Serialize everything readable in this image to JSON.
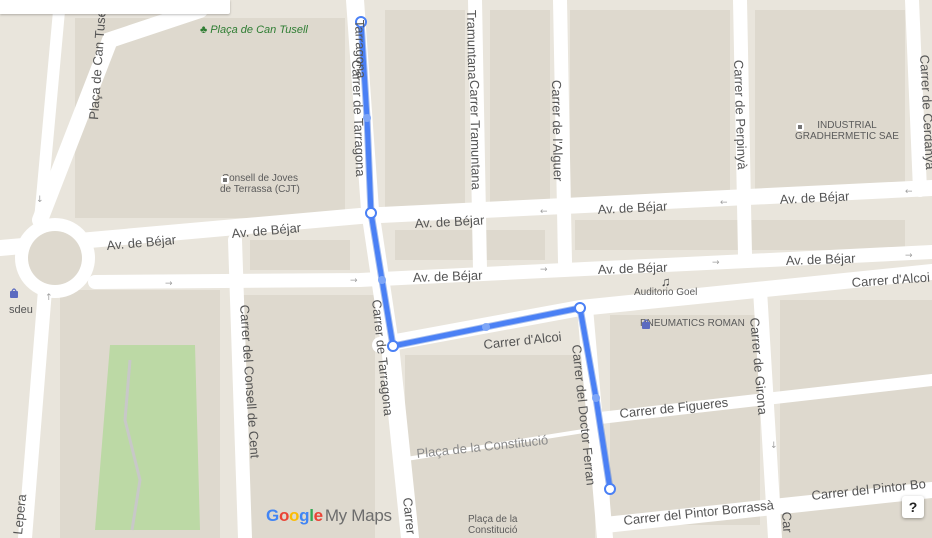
{
  "streets": {
    "placa_can_tusell": "Plaça de Can Tusell",
    "carrer_tarragona_top_a": "Tarragona",
    "carrer_tarragona_top_b": "Carrer de Tarragona",
    "carrer_tarragona_mid": "Carrer de Tarragona",
    "carrer_tarragona_bottom": "Carrer",
    "carrer_tramuntana_a": "Tramuntana",
    "carrer_tramuntana_b": "Carrer Tramuntana",
    "carrer_alguer": "Carrer de l'Alguer",
    "carrer_perpinya": "Carrer de Perpinyà",
    "carrer_cerdanya": "Carrer de Cerdanya",
    "av_bejar_1": "Av. de Béjar",
    "av_bejar_2": "Av. de Béjar",
    "av_bejar_3": "Av. de Béjar",
    "av_bejar_4": "Av. de Béjar",
    "av_bejar_5": "Av. de Béjar",
    "av_bejar_6": "Av. de Béjar",
    "av_bejar_7": "Av. de Béjar",
    "carrer_alcoi_1": "Carrer d'Alcoi",
    "carrer_alcoi_2": "Carrer d'Alcoi",
    "carrer_consell_cent": "Carrer del Consell de Cent",
    "carrer_doctor_ferran": "Carrer del Doctor Ferran",
    "carrer_girona": "Carrer de Girona",
    "carrer_figueres": "Carrer de Figueres",
    "placa_constitucio": "Plaça de la Constitució",
    "carrer_pintor_borrassa_1": "Carrer del Pintor Borrassà",
    "carrer_pintor_borrassa_2": "Carrer del Pintor Bo",
    "carrer_lepera": "Lepera",
    "carrer_car": "Car",
    "edge_sdeu": "sdeu"
  },
  "pois": {
    "placa_can_tusell": "Plaça de Can Tusell",
    "consell_joves_1": "Consell de Joves",
    "consell_joves_2": "de Terrassa (CJT)",
    "industrial_1": "INDUSTRIAL",
    "industrial_2": "GRADHERMETIC SAE",
    "auditorio_goel": "Auditorio Goel",
    "pneumatics_roman": "PNEUMATICS ROMAN",
    "placa_constitucio_1": "Plaça de la",
    "placa_constitucio_2": "Constitució"
  },
  "brand": {
    "google": "Google",
    "my_maps": "My Maps"
  },
  "help": {
    "label": "?"
  },
  "colors": {
    "background": "#e9e5dc",
    "road": "#ffffff",
    "block": "#ded9ce",
    "park": "#bcd9a5",
    "route": "#4a80f5",
    "route_outline": "#3c6fd8"
  }
}
